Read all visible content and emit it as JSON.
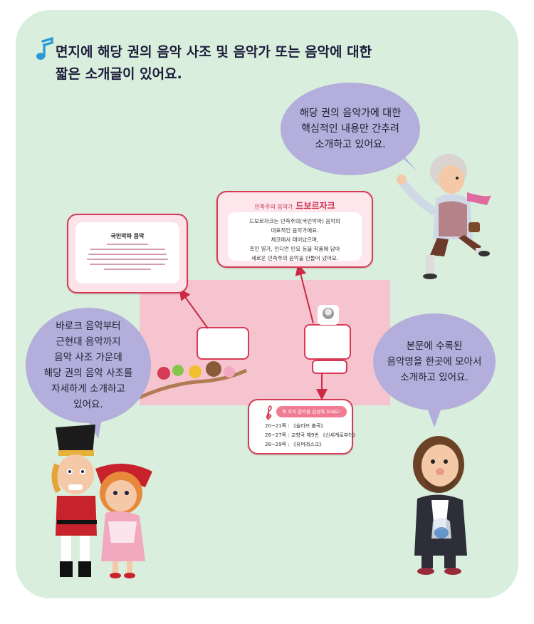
{
  "title": {
    "line1": "면지에 해당 권의 음악 사조 및 음악가 또는 음악에 대한",
    "line2": "짧은 소개글이 있어요."
  },
  "bubbles": {
    "top_right": [
      "해당 권의 음악가에 대한",
      "핵심적인 내용만 간추려",
      "소개하고 있어요."
    ],
    "left": [
      "바로크 음악부터",
      "근현대 음악까지",
      "음악 사조 가운데",
      "해당 권의 음악 사조를",
      "자세하게 소개하고",
      "있어요."
    ],
    "right": [
      "본문에 수록된",
      "음악명을 한곳에 모아서",
      "소개하고 있어요."
    ]
  },
  "cards": {
    "era": {
      "title": "국민악파 음악"
    },
    "composer": {
      "prefix": "민족주의 음악가",
      "name": "드보르자크",
      "body": [
        "드보르자크는 민족주의(국민악파) 음악의",
        "대표적인 음악가예요.",
        "체코에서 태어났으며,",
        "흑인 영가, 인디언 민요 등을 작품에 담아",
        "새로운 민족주의 음악을 만들어 냈어요."
      ]
    },
    "music": {
      "badge": "책 속의 음악을 감상해 보세요!",
      "items": [
        "20~21쪽 : 《슬라브 춤곡》",
        "26~27쪽 : 교향곡 제9번 《신세계로부터》",
        "28~29쪽 : 《유머레스크》"
      ]
    }
  },
  "colors": {
    "panel": "#d9eedc",
    "bubble": "#b3aedb",
    "card_border": "#d63a55",
    "arrow": "#cc2a45",
    "spread": "#f5c4cf"
  }
}
